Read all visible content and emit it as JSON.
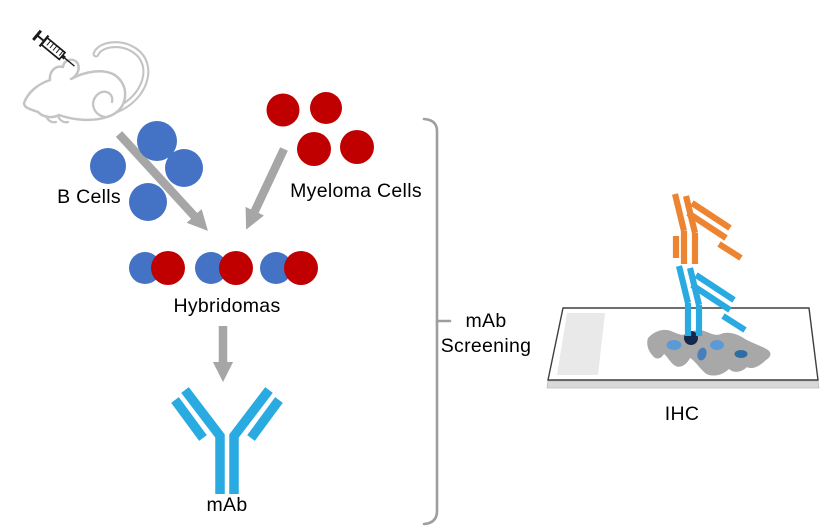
{
  "labels": {
    "b_cells": "B Cells",
    "myeloma_cells": "Myeloma Cells",
    "hybridomas": "Hybridomas",
    "mab": "mAb",
    "screening_line1": "mAb",
    "screening_line2": "Screening",
    "ihc": "IHC"
  },
  "icons": {
    "mouse": "immunized-mouse-icon",
    "syringe": "syringe-icon",
    "b_cell_cluster": "four-blue-circle-cluster",
    "myeloma_cluster": "four-red-circle-cluster",
    "hybridoma_cluster": "three-fused-blue-red-cell-pairs",
    "mab_antibody": "y-shaped-antibody-icon",
    "ihc_slide": "microscope-slide-with-tissue-icon",
    "primary_antibody": "cyan-antibody-bound-to-tissue-icon",
    "secondary_antibody": "orange-antibody-bound-to-primary-icon",
    "screening_bracket": "square-bracket-with-middle-tick"
  },
  "colors": {
    "b-cell-blue": "#4472C4",
    "myeloma-red": "#C00000",
    "antibody-cyan": "#29ABE2",
    "antibody-orange": "#ED8431",
    "arrow-gray": "#A6A6A6",
    "bracket-gray": "#9E9E9E",
    "mouse-gray": "#C4C4C4",
    "tissue-gray": "#A8A8A8",
    "nucleus-light": "#5B9BD5",
    "nucleus-medium": "#4A7EBB",
    "nucleus-dark": "#2E6DA4",
    "antigen-navy": "#15284B",
    "slide-outline": "#3F3F3F",
    "slide-frost": "#E9E9E9",
    "slide-side": "#D9D9D9",
    "syringe-ink": "#1A1A1A",
    "ink": "#000000"
  }
}
